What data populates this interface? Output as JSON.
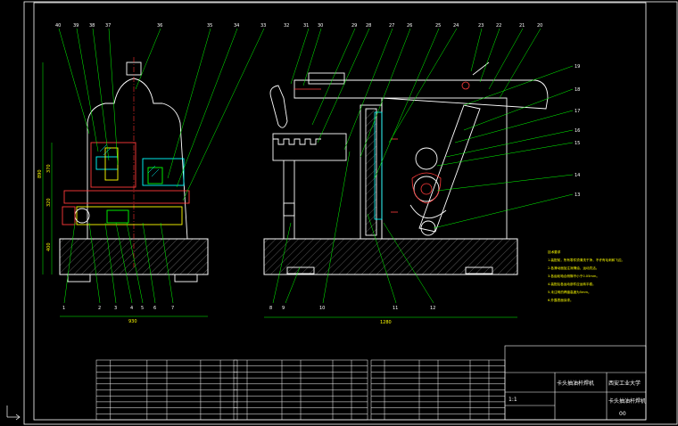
{
  "drawing": {
    "title_block": {
      "school": "西安工业大学",
      "drawing_name": "卡头抽油杆焊机",
      "sub_name": "卡头抽油杆焊机",
      "scale": "1:1",
      "sheet_no": "00"
    },
    "dimensions": {
      "overall_width_left": "930",
      "overall_width_right": "1280",
      "height_total": "890",
      "height_upper": "370",
      "height_mid": "320",
      "height_lower": "400"
    },
    "left_view_part_numbers": [
      "40",
      "39",
      "38",
      "37",
      "36",
      "35",
      "34",
      "33",
      "32"
    ],
    "left_view_bottom_numbers": [
      "1",
      "2",
      "3",
      "4",
      "5",
      "6",
      "7"
    ],
    "right_view_top_numbers": [
      "31",
      "30",
      "29",
      "28",
      "27",
      "26",
      "25",
      "24",
      "23",
      "22",
      "21",
      "20"
    ],
    "right_view_side_numbers": [
      "19",
      "18",
      "17",
      "16",
      "15",
      "14",
      "13"
    ],
    "right_view_bottom_numbers": [
      "8",
      "9",
      "10",
      "11",
      "12"
    ],
    "notes_header": "技术要求",
    "notes": [
      "1.装配前，所有零件须清洗干净，不许有毛刺和飞边。",
      "2.各滑动面加注润滑油，运动灵活。",
      "3.各齿轮啮合侧隙不小于0.05mm。",
      "4.装配后各运动部件应运转平稳。",
      "5.未注明的焊缝高度为5mm。",
      "6.外露表面涂漆。"
    ]
  }
}
